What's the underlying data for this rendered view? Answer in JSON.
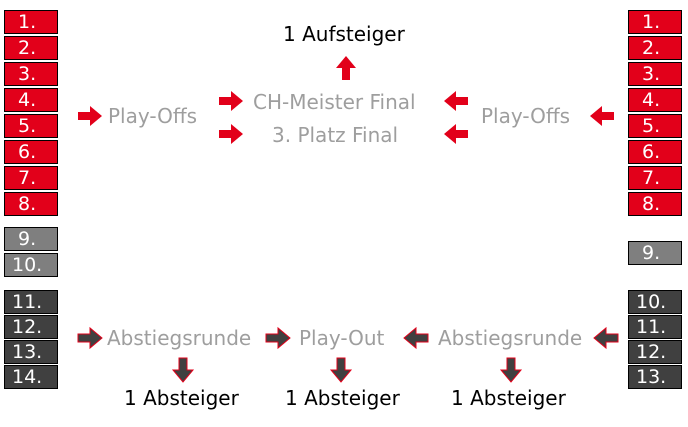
{
  "left_ranks": {
    "red": [
      "1.",
      "2.",
      "3.",
      "4.",
      "5.",
      "6.",
      "7.",
      "8."
    ],
    "gray": [
      "9.",
      "10."
    ],
    "dark": [
      "11.",
      "12.",
      "13.",
      "14."
    ]
  },
  "right_ranks": {
    "red": [
      "1.",
      "2.",
      "3.",
      "4.",
      "5.",
      "6.",
      "7.",
      "8."
    ],
    "gray": [
      "9."
    ],
    "dark": [
      "10.",
      "11.",
      "12.",
      "13."
    ]
  },
  "labels": {
    "top_promotion": "1 Aufsteiger",
    "playoffs_left": "Play-Offs",
    "playoffs_right": "Play-Offs",
    "ch_final": "CH-Meister Final",
    "third_place_final": "3. Platz Final",
    "relegation_round_left": "Abstiegsrunde",
    "relegation_round_right": "Abstiegsrunde",
    "play_out": "Play-Out",
    "relegated_left": "1 Absteiger",
    "relegated_center": "1 Absteiger",
    "relegated_right": "1 Absteiger"
  },
  "colors": {
    "red_box": "#e2001a",
    "gray_box": "#7f7f7f",
    "dark_box": "#404040",
    "red_arrow": "#e2001a",
    "dark_arrow": "#404040",
    "label_gray": "#9e9e9e"
  }
}
